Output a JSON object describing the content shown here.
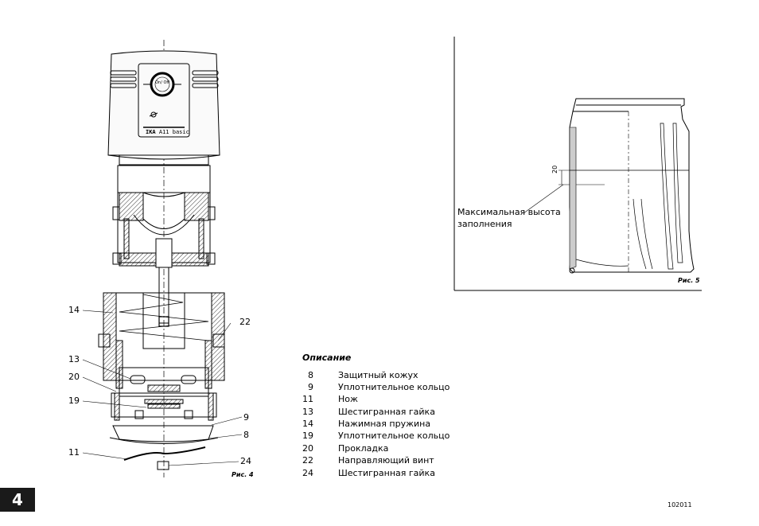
{
  "figure4": {
    "caption": "Рис. 4",
    "device_button": "On/ Off",
    "device_brand": "IKA",
    "device_model": "A11 basic",
    "callouts": {
      "c14": "14",
      "c22": "22",
      "c13": "13",
      "c20": "20",
      "c19": "19",
      "c9": "9",
      "c8": "8",
      "c11": "11",
      "c24": "24"
    }
  },
  "figure5": {
    "caption": "Рис. 5",
    "dimension": "20",
    "fill_label_line1": "Максимальная высота",
    "fill_label_line2": "заполнения"
  },
  "description": {
    "title": "Описание",
    "items": [
      {
        "num": "8",
        "text": "Защитный кожух"
      },
      {
        "num": "9",
        "text": "Уплотнительное кольцо"
      },
      {
        "num": "11",
        "text": "Нож"
      },
      {
        "num": "13",
        "text": "Шестигранная гайка"
      },
      {
        "num": "14",
        "text": "Нажимная пружина"
      },
      {
        "num": "19",
        "text": "Уплотнительное кольцо"
      },
      {
        "num": "20",
        "text": "Прокладка"
      },
      {
        "num": "22",
        "text": "Направляющий винт"
      },
      {
        "num": "24",
        "text": "Шестигранная гайка"
      }
    ]
  },
  "page": {
    "number": "4",
    "code": "102011"
  },
  "colors": {
    "ink": "#000000",
    "page_tab": "#1a1a1a"
  }
}
